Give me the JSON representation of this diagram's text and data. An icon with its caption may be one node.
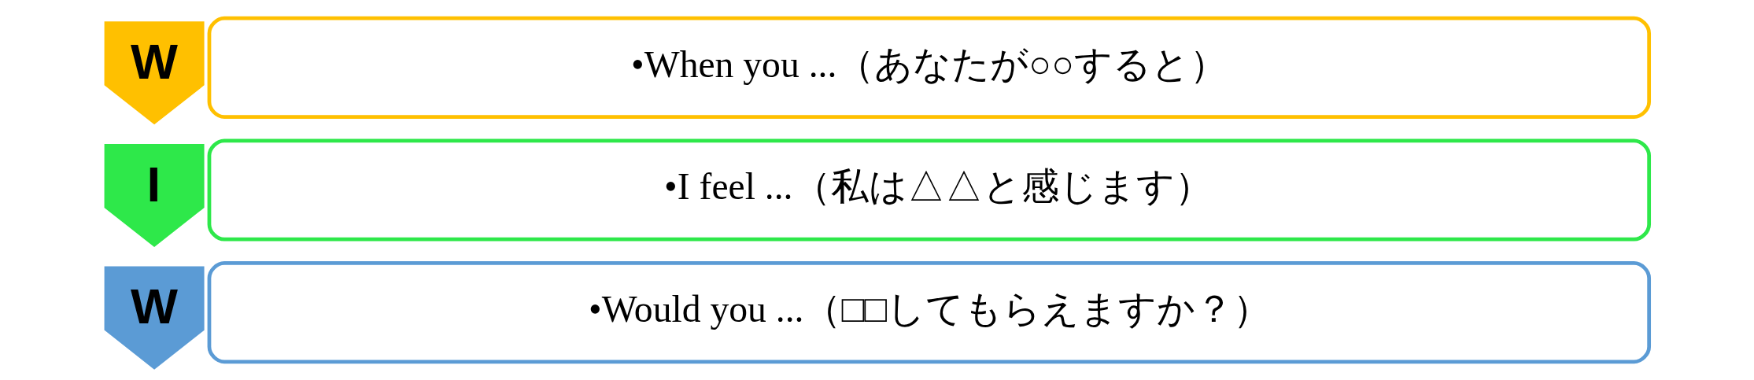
{
  "diagram": {
    "nodes": [
      {
        "text": [
          "W"
        ]
      },
      {
        "text": [
          "•When you ...（あなたが○○すると）"
        ]
      },
      {
        "text": [
          "I"
        ]
      },
      {
        "text": [
          "•I feel ...（私は△△と感じます）"
        ]
      },
      {
        "text": [
          "W"
        ]
      },
      {
        "text": [
          "•Would you ...（□□してもらえますか？）"
        ]
      }
    ],
    "edges": []
  }
}
